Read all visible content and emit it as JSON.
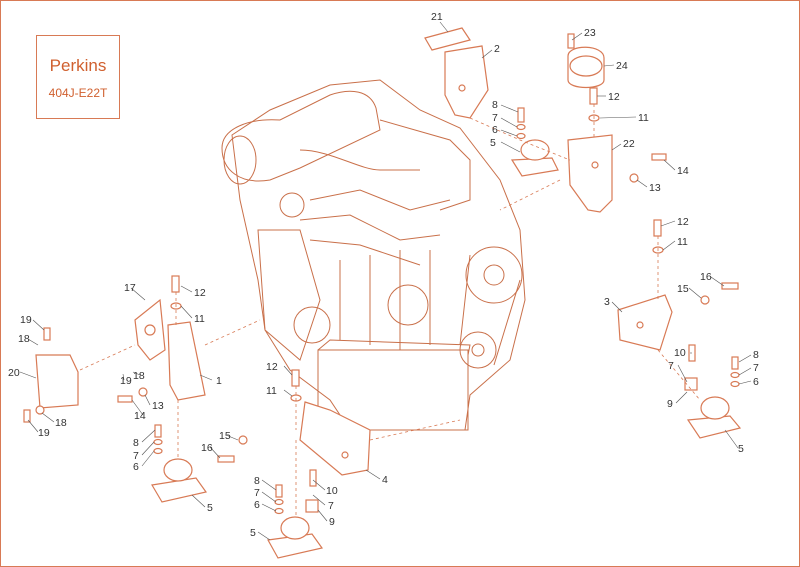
{
  "title_box": {
    "brand": "Perkins",
    "model": "404J-E22T"
  },
  "colors": {
    "line": "#d87a55",
    "engine": "#c9704a",
    "label": "#333333",
    "accent": "#d0602f"
  },
  "callouts": {
    "c21": "21",
    "c2": "2",
    "c23": "23",
    "c24": "24",
    "c12a": "12",
    "c8a": "8",
    "c7a": "7",
    "c6a": "6",
    "c5a": "5",
    "c11a": "11",
    "c22": "22",
    "c13a": "13",
    "c14a": "14",
    "c12b": "12",
    "c11b": "11",
    "c16a": "16",
    "c15a": "15",
    "c3": "3",
    "c8b": "8",
    "c7b": "7",
    "c6b": "6",
    "c10a": "10",
    "c7c": "7",
    "c9a": "9",
    "c5b": "5",
    "c17": "17",
    "c12c": "12",
    "c11c": "11",
    "c19a": "19",
    "c18a": "18",
    "c20": "20",
    "c19b": "19",
    "c18b": "18",
    "c13b": "13",
    "c1": "1",
    "c14b": "14",
    "c19c": "19",
    "c18c": "18",
    "c12d": "12",
    "c11d": "11",
    "c15b": "15",
    "c16b": "16",
    "c8c": "8",
    "c7d": "7",
    "c6c": "6",
    "c5c": "5",
    "c4": "4",
    "c10b": "10",
    "c7e": "7",
    "c8d": "8",
    "c7f": "7",
    "c6d": "6",
    "c9b": "9",
    "c5d": "5"
  }
}
